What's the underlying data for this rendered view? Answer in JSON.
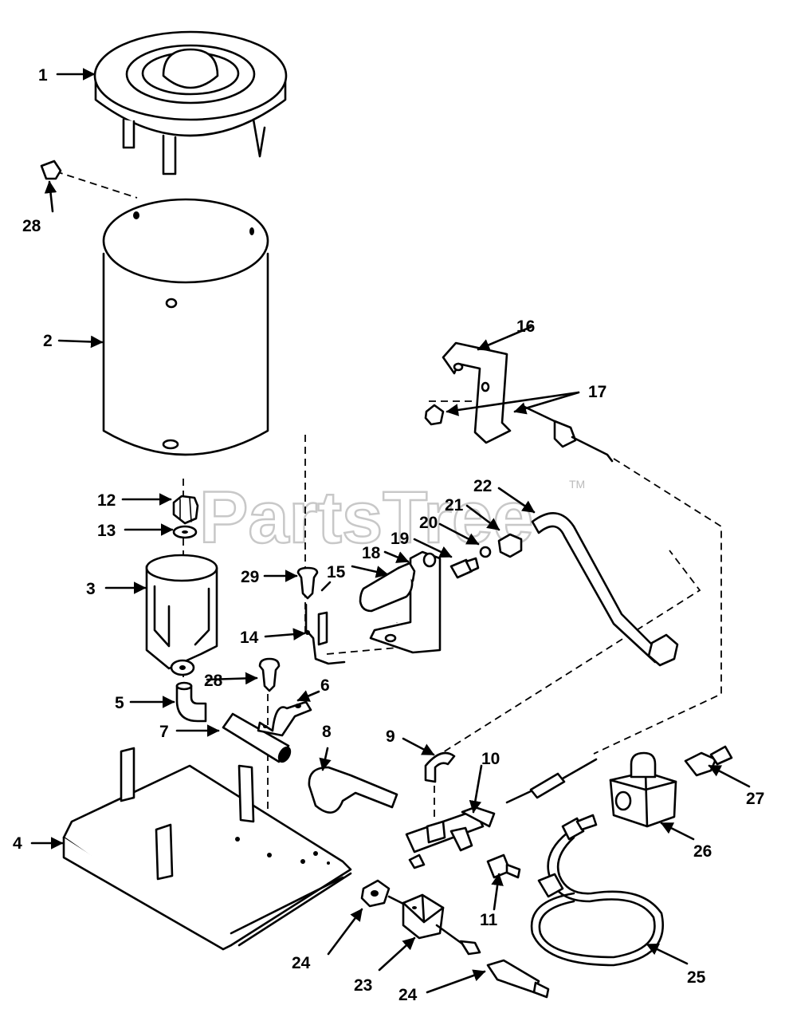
{
  "watermark": {
    "text": "PartsTree",
    "tm": "TM"
  },
  "callouts": {
    "c1": "1",
    "c2": "2",
    "c3": "3",
    "c4": "4",
    "c5": "5",
    "c6": "6",
    "c7": "7",
    "c8": "8",
    "c9": "9",
    "c10": "10",
    "c11": "11",
    "c12": "12",
    "c13": "13",
    "c14": "14",
    "c15": "15",
    "c16": "16",
    "c17": "17",
    "c18": "18",
    "c19": "19",
    "c20": "20",
    "c21": "21",
    "c22": "22",
    "c23": "23",
    "c24a": "24",
    "c24b": "24",
    "c25": "25",
    "c26": "26",
    "c27": "27",
    "c28a": "28",
    "c28b": "28",
    "c29": "29"
  }
}
